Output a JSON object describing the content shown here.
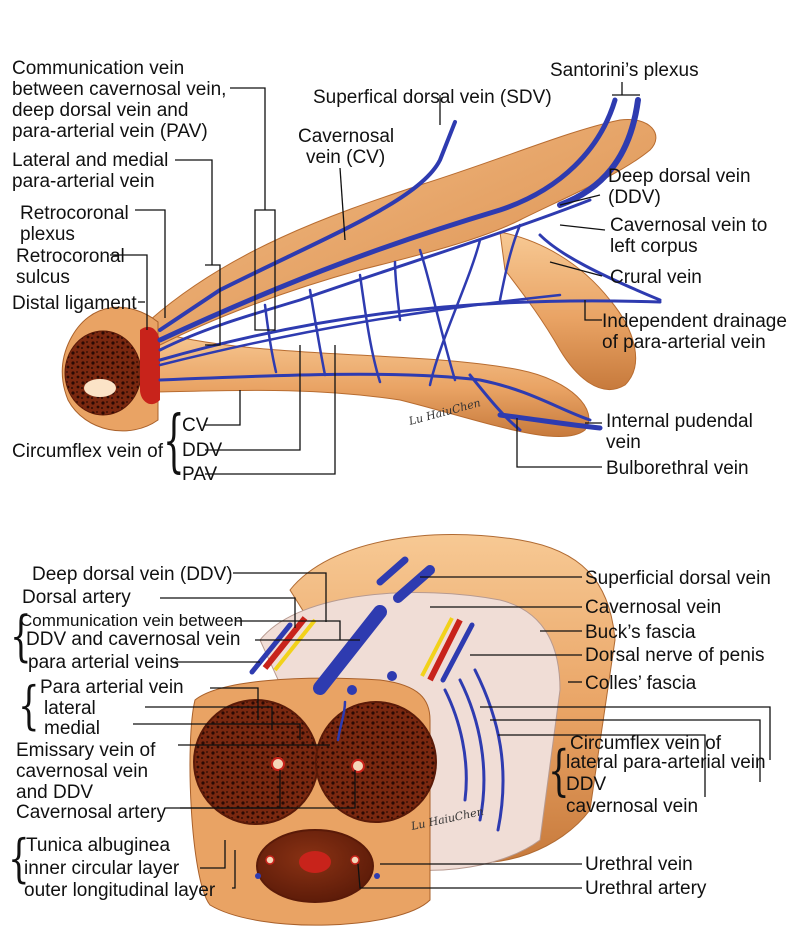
{
  "colors": {
    "vein_blue": "#2e3bb0",
    "tissue_orange": "#e9a364",
    "cavernosal_red": "#8f2410",
    "artery_red": "#c8231b",
    "nerve_yellow": "#f2d21a"
  },
  "top_figure": {
    "labels": {
      "communication_vein": [
        "Communication vein",
        "between cavernosal vein,",
        "deep dorsal vein and",
        "para-arterial vein (PAV)"
      ],
      "lateral_medial_pav": [
        "Lateral and medial",
        "para-arterial vein"
      ],
      "retrocoronal_plexus": [
        "Retrocoronal",
        "plexus"
      ],
      "retrocoronal_sulcus": [
        "Retrocoronal",
        "sulcus"
      ],
      "distal_ligament": "Distal ligament",
      "superficial_dorsal_vein": "Superfical dorsal vein (SDV)",
      "cavernosal_vein": [
        "Cavernosal",
        "vein (CV)"
      ],
      "santorini_plexus": "Santorini’s plexus",
      "deep_dorsal_vein": [
        "Deep dorsal vein",
        "(DDV)"
      ],
      "cavernosal_vein_left_corpus": [
        "Cavernosal vein to",
        "left corpus"
      ],
      "crural_vein": "Crural vein",
      "independent_drainage": [
        "Independent drainage",
        "of para-arterial vein"
      ],
      "internal_pudendal": [
        "Internal pudendal",
        "vein"
      ],
      "bulborethral_vein": "Bulborethral vein",
      "circumflex_vein_of": "Circumflex vein of",
      "circumflex_items": [
        "CV",
        "DDV",
        "PAV"
      ]
    },
    "signature": "Lu HaiuChen"
  },
  "bottom_figure": {
    "left_labels": {
      "deep_dorsal_vein": "Deep dorsal vein (DDV)",
      "dorsal_artery": "Dorsal artery",
      "communication_vein_between": "Communication vein between",
      "ddv_and_cavernosal": "DDV and cavernosal vein",
      "para_arterial_veins": "para arterial veins",
      "para_arterial_vein": "Para arterial vein",
      "lateral": "lateral",
      "medial": "medial",
      "emissary_vein": [
        "Emissary vein of",
        "cavernosal vein",
        "and DDV"
      ],
      "cavernosal_artery": "Cavernosal artery",
      "tunica_albuginea": "Tunica albuginea",
      "inner_circular": "inner circular layer",
      "outer_longitudinal": "outer longitudinal layer"
    },
    "right_labels": {
      "superficial_dorsal_vein": "Superficial dorsal vein",
      "cavernosal_vein": "Cavernosal vein",
      "bucks_fascia": "Buck’s fascia",
      "dorsal_nerve": "Dorsal nerve of penis",
      "colles_fascia": "Colles’ fascia",
      "circumflex_vein_of": "Circumflex vein of",
      "lateral_pav": "lateral para-arterial vein",
      "ddv": "DDV",
      "cavernosal_vein_2": "cavernosal vein",
      "urethral_vein": "Urethral vein",
      "urethral_artery": "Urethral artery"
    },
    "signature": "Lu HaiuChen"
  }
}
